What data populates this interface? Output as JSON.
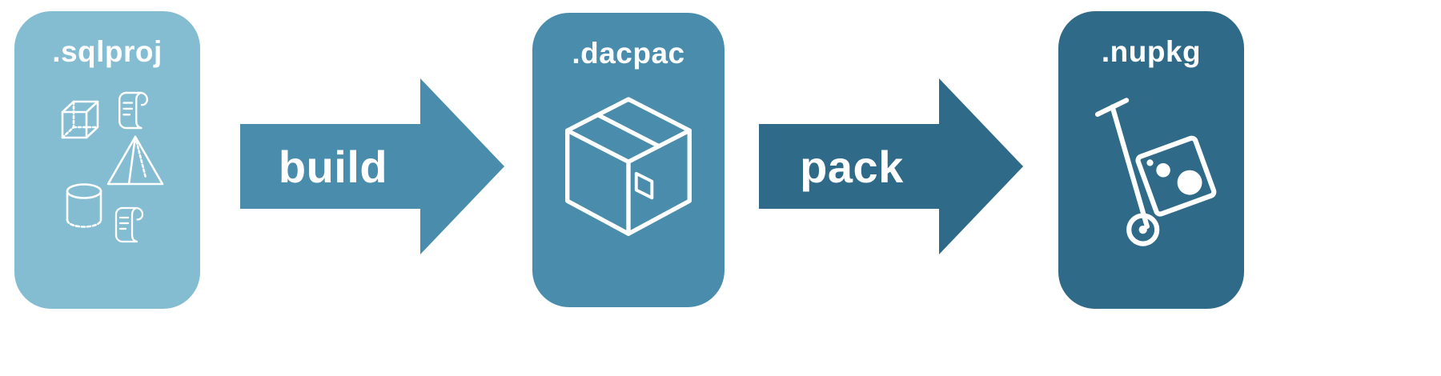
{
  "pipeline": {
    "nodes": [
      {
        "label": ".sqlproj",
        "color": "#84bdd2",
        "icons": [
          "cube-icon",
          "script-scroll-icon",
          "pyramid-icon",
          "database-cylinder-icon",
          "script-scroll-icon"
        ]
      },
      {
        "label": ".dacpac",
        "color": "#4a8cac",
        "icons": [
          "package-box-icon"
        ]
      },
      {
        "label": ".nupkg",
        "color": "#2f6a88",
        "icons": [
          "hand-truck-icon",
          "nuget-package-icon"
        ]
      }
    ],
    "arrows": [
      {
        "label": "build",
        "color": "#4a8cac"
      },
      {
        "label": "pack",
        "color": "#2f6a88"
      }
    ]
  }
}
